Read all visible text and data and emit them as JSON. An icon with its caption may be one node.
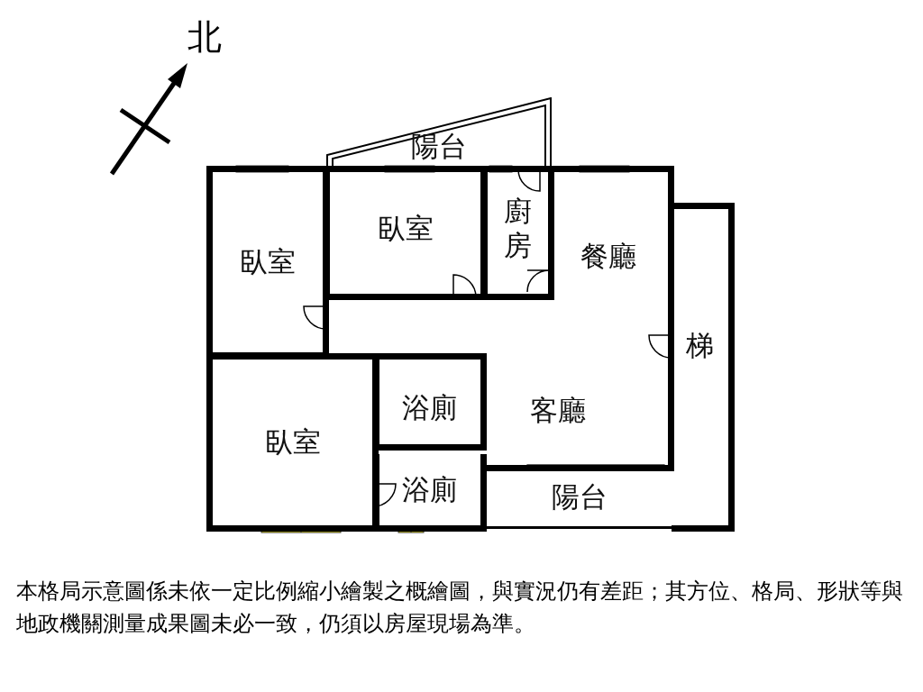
{
  "diagram": {
    "nodes": [
      {
        "text": [
          "陽台"
        ]
      },
      {
        "text": [
          "臥室"
        ]
      },
      {
        "text": [
          "臥室"
        ]
      },
      {
        "text": [
          "廚房"
        ]
      },
      {
        "text": [
          "餐廳"
        ]
      },
      {
        "text": [
          "梯"
        ]
      },
      {
        "text": [
          "浴廁"
        ]
      },
      {
        "text": [
          "客廳"
        ]
      },
      {
        "text": [
          "臥室"
        ]
      },
      {
        "text": [
          "浴廁"
        ]
      },
      {
        "text": [
          "陽台"
        ]
      }
    ],
    "edges": [],
    "labels": [
      "北",
      "本格局示意圖係未依一定比例縮小繪製之概繪圖，與實況仍有差距；其方位、格局、形狀等與地政機關測量成果圖未必一致，仍須以房屋現場為準。"
    ]
  }
}
